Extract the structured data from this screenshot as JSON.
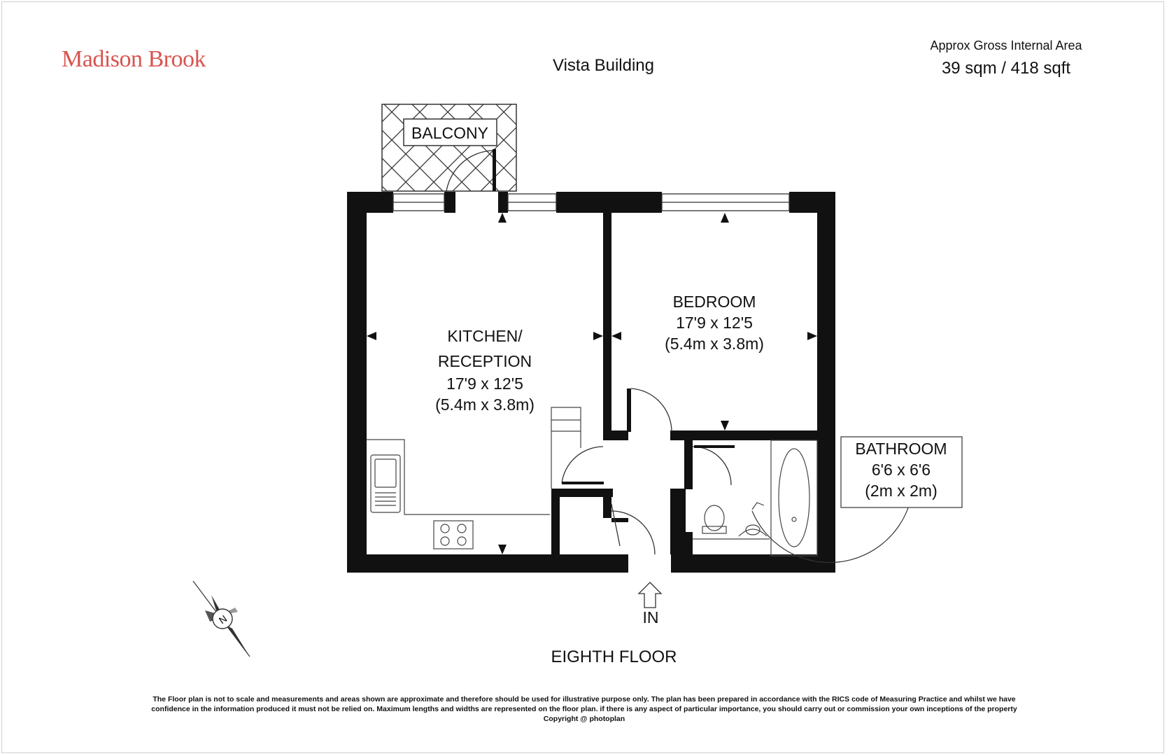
{
  "brand": {
    "name": "Madison Brook",
    "color": "#d9544f"
  },
  "title": "Vista Building",
  "area": {
    "label": "Approx Gross Internal Area",
    "value": "39 sqm / 418 sqft"
  },
  "rooms": {
    "balcony": {
      "name": "BALCONY"
    },
    "kitchen": {
      "name_line1": "KITCHEN/",
      "name_line2": "RECEPTION",
      "imperial": "17'9 x 12'5",
      "metric": "(5.4m x 3.8m)"
    },
    "bedroom": {
      "name": "BEDROOM",
      "imperial": "17'9 x 12'5",
      "metric": "(5.4m x 3.8m)"
    },
    "bathroom": {
      "name": "BATHROOM",
      "imperial": "6'6 x 6'6",
      "metric": "(2m x 2m)"
    }
  },
  "entrance": {
    "label": "IN"
  },
  "compass": {
    "letter": "N"
  },
  "floor_label": "EIGHTH FLOOR",
  "disclaimer": {
    "line1": "The Floor plan is not to scale and measurements and areas shown are approximate and therefore should be used for illustrative purpose only. The plan has been prepared in accordance with the RICS code of Measuring Practice and whilst we have",
    "line2": "confidence in the information produced it must not be relied on. Maximum  lengths and widths are represented on the floor plan. if there is any aspect of particular importance, you should carry out or commission your own inceptions of the property",
    "copyright": "Copyright @ photoplan"
  }
}
